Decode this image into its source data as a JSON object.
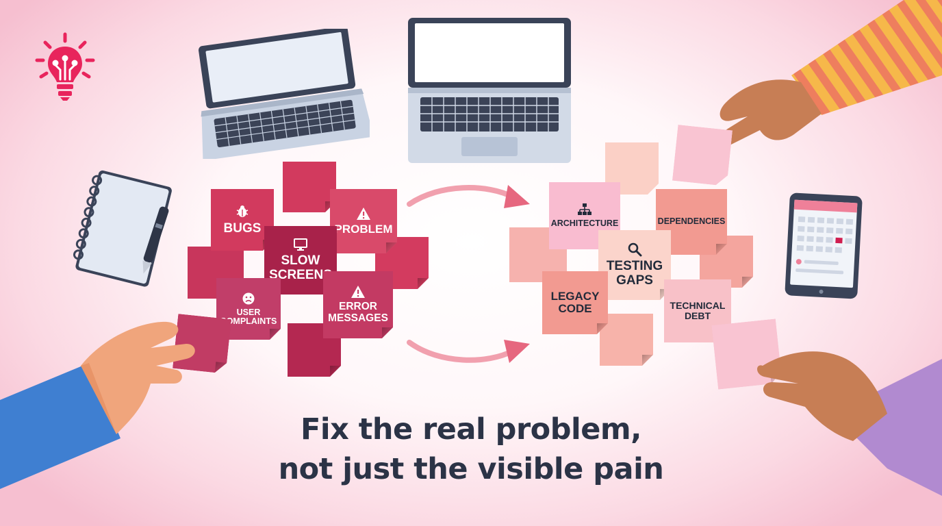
{
  "colors": {
    "symptom_dark": "#b92e56",
    "symptom_mid": "#d5476a",
    "symptom_deep": "#a8224a",
    "cause_pink": "#f7b8c6",
    "cause_salmon": "#f29a91",
    "cause_peach": "#f8c9bd",
    "headline": "#2b3346",
    "bulb_icon": "#e8245c"
  },
  "symptoms": [
    {
      "label": "BUGS",
      "icon": "bug-icon"
    },
    {
      "label": "PROBLEM",
      "icon": "warning-icon"
    },
    {
      "label": "SLOW SCREENS",
      "line1": "SLOW",
      "line2": "SCREENS",
      "icon": "monitor-icon"
    },
    {
      "label": "USER COMPLAINTS",
      "line1": "USER",
      "line2": "COMPLAINTS",
      "icon": "sad-face-icon"
    },
    {
      "label": "ERROR MESSAGES",
      "line1": "ERROR",
      "line2": "MESSAGES",
      "icon": "warning-icon"
    }
  ],
  "causes": [
    {
      "label": "ARCHITECTURE",
      "icon": "hierarchy-icon"
    },
    {
      "label": "DEPENDENCIES"
    },
    {
      "label": "TESTING GAPS",
      "line1": "TESTING",
      "line2": "GAPS",
      "icon": "magnifier-icon"
    },
    {
      "label": "LEGACY CODE",
      "line1": "LEGACY",
      "line2": "CODE"
    },
    {
      "label": "TECHNICAL DEBT",
      "line1": "TECHNICAL",
      "line2": "DEBT"
    }
  ],
  "headline": {
    "line1": "Fix the real problem,",
    "line2": "not just the visible pain"
  },
  "icons": [
    "lightbulb-icon",
    "laptop-icon",
    "notebook-icon",
    "pen-icon",
    "tablet-icon",
    "arrow-icon",
    "hand-icon"
  ]
}
